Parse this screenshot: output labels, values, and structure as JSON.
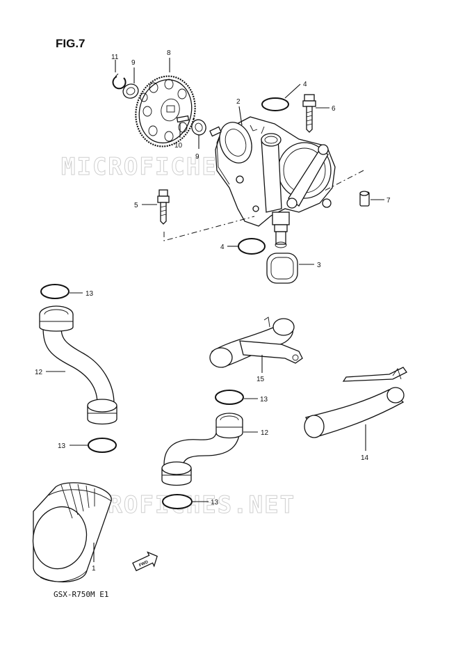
{
  "figure": {
    "title": "FIG.7",
    "model": "GSX-R750M E1"
  },
  "watermarks": [
    "MICROFICHES.NET",
    "MICROFICHES.NET"
  ],
  "fwd_label": "FWD",
  "callouts": {
    "c1": "1",
    "c2": "2",
    "c3": "3",
    "c4a": "4",
    "c4b": "4",
    "c5": "5",
    "c6": "6",
    "c7": "7",
    "c8": "8",
    "c9a": "9",
    "c9b": "9",
    "c10": "10",
    "c11": "11",
    "c12a": "12",
    "c12b": "12",
    "c13a": "13",
    "c13b": "13",
    "c13c": "13",
    "c13d": "13",
    "c14": "14",
    "c15": "15"
  }
}
